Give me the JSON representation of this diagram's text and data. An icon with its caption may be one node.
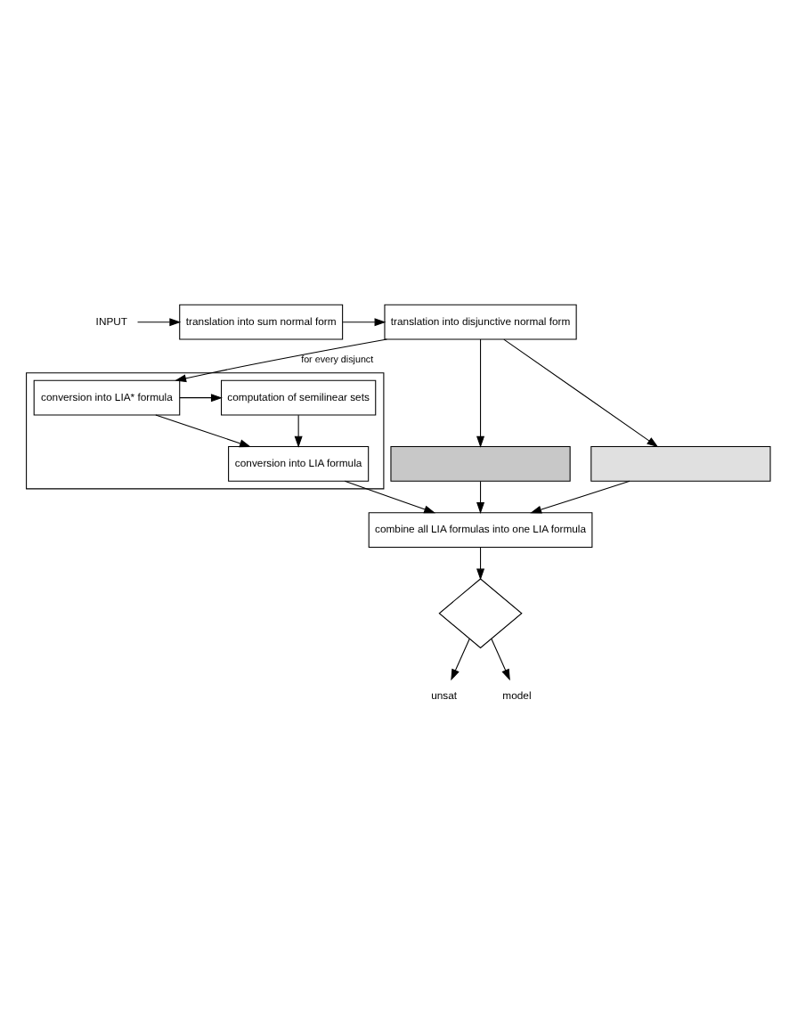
{
  "diagram": {
    "nodes": [
      {
        "text": [
          "INPUT"
        ]
      },
      {
        "text": [
          "translation into sum normal form"
        ]
      },
      {
        "text": [
          "translation into disjunctive normal form"
        ]
      },
      {
        "text": [],
        "shape": "box"
      },
      {
        "text": [],
        "shape": "box"
      },
      {
        "text": [],
        "shape": "box"
      },
      {
        "text": [
          "computation of semilinear sets"
        ],
        "in": 5
      },
      {
        "text": [
          "conversion into LIA* formula"
        ],
        "in": 5
      },
      {
        "text": [
          "conversion into LIA formula"
        ],
        "in": 5
      },
      {
        "text": [
          "combine all LIA formulas into one LIA formula"
        ]
      },
      {
        "text": [],
        "shape": "diamond"
      },
      {
        "text": [
          "unsat"
        ]
      },
      {
        "text": [
          "model"
        ]
      }
    ],
    "edges": [
      {
        "from": 0,
        "to": 1,
        "arrow": "to"
      },
      {
        "from": 1,
        "to": 2,
        "arrow": "to"
      },
      {
        "from": 2,
        "to": 7,
        "arrow": "to",
        "label": "for every disjunct"
      },
      {
        "from": 2,
        "to": 4,
        "arrow": "to"
      },
      {
        "from": 2,
        "to": 3,
        "arrow": "to"
      },
      {
        "from": 7,
        "to": 6,
        "arrow": "to"
      },
      {
        "from": 6,
        "to": 8,
        "arrow": "to"
      },
      {
        "from": 7,
        "to": 8,
        "arrow": "to"
      },
      {
        "from": 8,
        "to": 9,
        "arrow": "to"
      },
      {
        "from": 4,
        "to": 9,
        "arrow": "to"
      },
      {
        "from": 3,
        "to": 9,
        "arrow": "to"
      },
      {
        "from": 9,
        "to": 10,
        "arrow": "to"
      },
      {
        "from": 10,
        "to": 11,
        "arrow": "to"
      },
      {
        "from": 10,
        "to": 12,
        "arrow": "to"
      }
    ]
  }
}
